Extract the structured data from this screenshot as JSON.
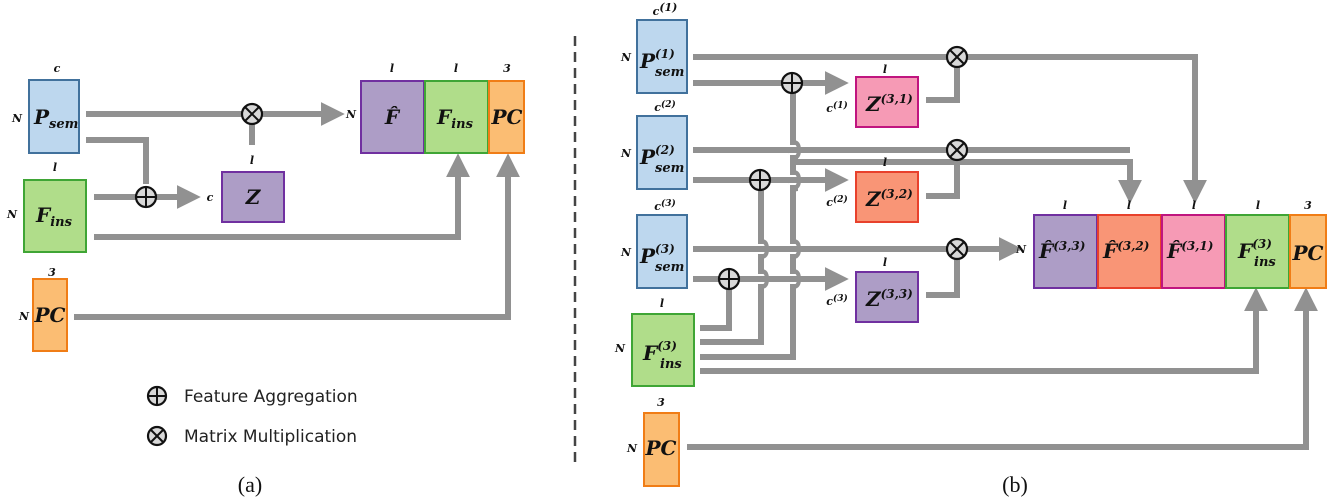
{
  "colors": {
    "sem_fill": "#bdd7ee",
    "sem_stroke": "#41719c",
    "ins_fill": "#b0dd8a",
    "ins_stroke": "#3fa535",
    "pc_fill": "#fbbd73",
    "pc_stroke": "#f07d16",
    "purple_fill": "#ad9dc6",
    "purple_stroke": "#7030a0",
    "salmon_fill": "#f99576",
    "salmon_stroke": "#e8412c",
    "pink_fill": "#f69ab5",
    "pink_stroke": "#c0157f",
    "wire": "#919191"
  },
  "part_a": {
    "caption": "(a)",
    "p_sem": {
      "main": "P",
      "sub": "sem",
      "dim_top": "c",
      "dim_left": "N"
    },
    "f_ins": {
      "main": "F",
      "sub": "ins",
      "dim_top": "l",
      "dim_left": "N"
    },
    "pc": {
      "main": "PC",
      "dim_top": "3",
      "dim_left": "N"
    },
    "z": {
      "main": "Z",
      "dim_top": "l",
      "dim_left": "c"
    },
    "output": {
      "dim_left": "N",
      "blocks": [
        {
          "main": "F̂",
          "dim_top": "l"
        },
        {
          "main": "F",
          "sub": "ins",
          "dim_top": "l"
        },
        {
          "main": "PC",
          "dim_top": "3"
        }
      ]
    },
    "legend": [
      {
        "icon": "circle-plus-icon",
        "label": "Feature Aggregation"
      },
      {
        "icon": "circle-times-icon",
        "label": "Matrix Multiplication"
      }
    ]
  },
  "part_b": {
    "caption": "(b)",
    "p_sem": [
      {
        "main": "P",
        "sup": "(1)",
        "sub": "sem",
        "dim_top": "c",
        "dim_top_sup": "(1)",
        "dim_left": "N"
      },
      {
        "main": "P",
        "sup": "(2)",
        "sub": "sem",
        "dim_top": "c",
        "dim_top_sup": "(2)",
        "dim_left": "N"
      },
      {
        "main": "P",
        "sup": "(3)",
        "sub": "sem",
        "dim_top": "c",
        "dim_top_sup": "(3)",
        "dim_left": "N"
      }
    ],
    "f_ins": {
      "main": "F",
      "sup": "(3)",
      "sub": "ins",
      "dim_top": "l",
      "dim_left": "N"
    },
    "pc": {
      "main": "PC",
      "dim_top": "3",
      "dim_left": "N"
    },
    "z": [
      {
        "main": "Z",
        "sup": "(3,1)",
        "dim_top": "l",
        "dim_left": "c",
        "dim_left_sup": "(1)"
      },
      {
        "main": "Z",
        "sup": "(3,2)",
        "dim_top": "l",
        "dim_left": "c",
        "dim_left_sup": "(2)"
      },
      {
        "main": "Z",
        "sup": "(3,3)",
        "dim_top": "l",
        "dim_left": "c",
        "dim_left_sup": "(3)"
      }
    ],
    "output": {
      "dim_left": "N",
      "blocks": [
        {
          "main": "F̂",
          "sup": "(3,3)",
          "dim_top": "l"
        },
        {
          "main": "F̂",
          "sup": "(3,2)",
          "dim_top": "l"
        },
        {
          "main": "F̂",
          "sup": "(3,1)",
          "dim_top": "l"
        },
        {
          "main": "F",
          "sup": "(3)",
          "sub": "ins",
          "dim_top": "l"
        },
        {
          "main": "PC",
          "dim_top": "3"
        }
      ]
    }
  }
}
